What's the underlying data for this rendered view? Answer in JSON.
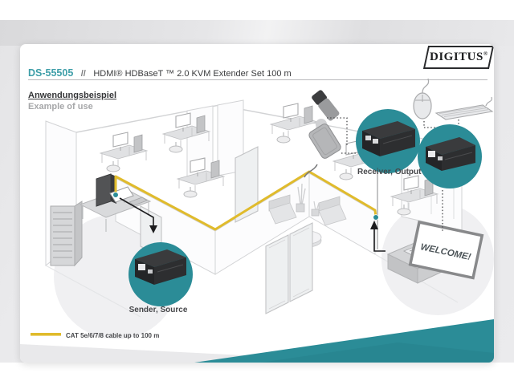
{
  "brand": {
    "name": "DIGITUS",
    "reg": "®"
  },
  "header": {
    "model": "DS-55505",
    "separator": "//",
    "title": "HDMI® HDBaseT ™ 2.0 KVM Extender Set 100 m"
  },
  "section": {
    "title_de": "Anwendungsbeispiel",
    "title_en": "Example of use"
  },
  "diagram": {
    "sender_label": "Sender, Source",
    "receiver_label": "Receiver, Output",
    "screen_text": "WELCOME!",
    "legend_text": "CAT 5e/6/7/8 cable up to 100 m",
    "icons": [
      "usb-flash-drive-icon",
      "external-drive-icon",
      "mouse-icon",
      "keyboard-icon",
      "sender-extender-box",
      "receiver-extender-box",
      "welcome-display",
      "cat-cable"
    ],
    "colors": {
      "accent_teal": "#2B8C97",
      "cable_yellow": "#E0BB2C",
      "lineart_gray": "#D2D3D5"
    }
  }
}
